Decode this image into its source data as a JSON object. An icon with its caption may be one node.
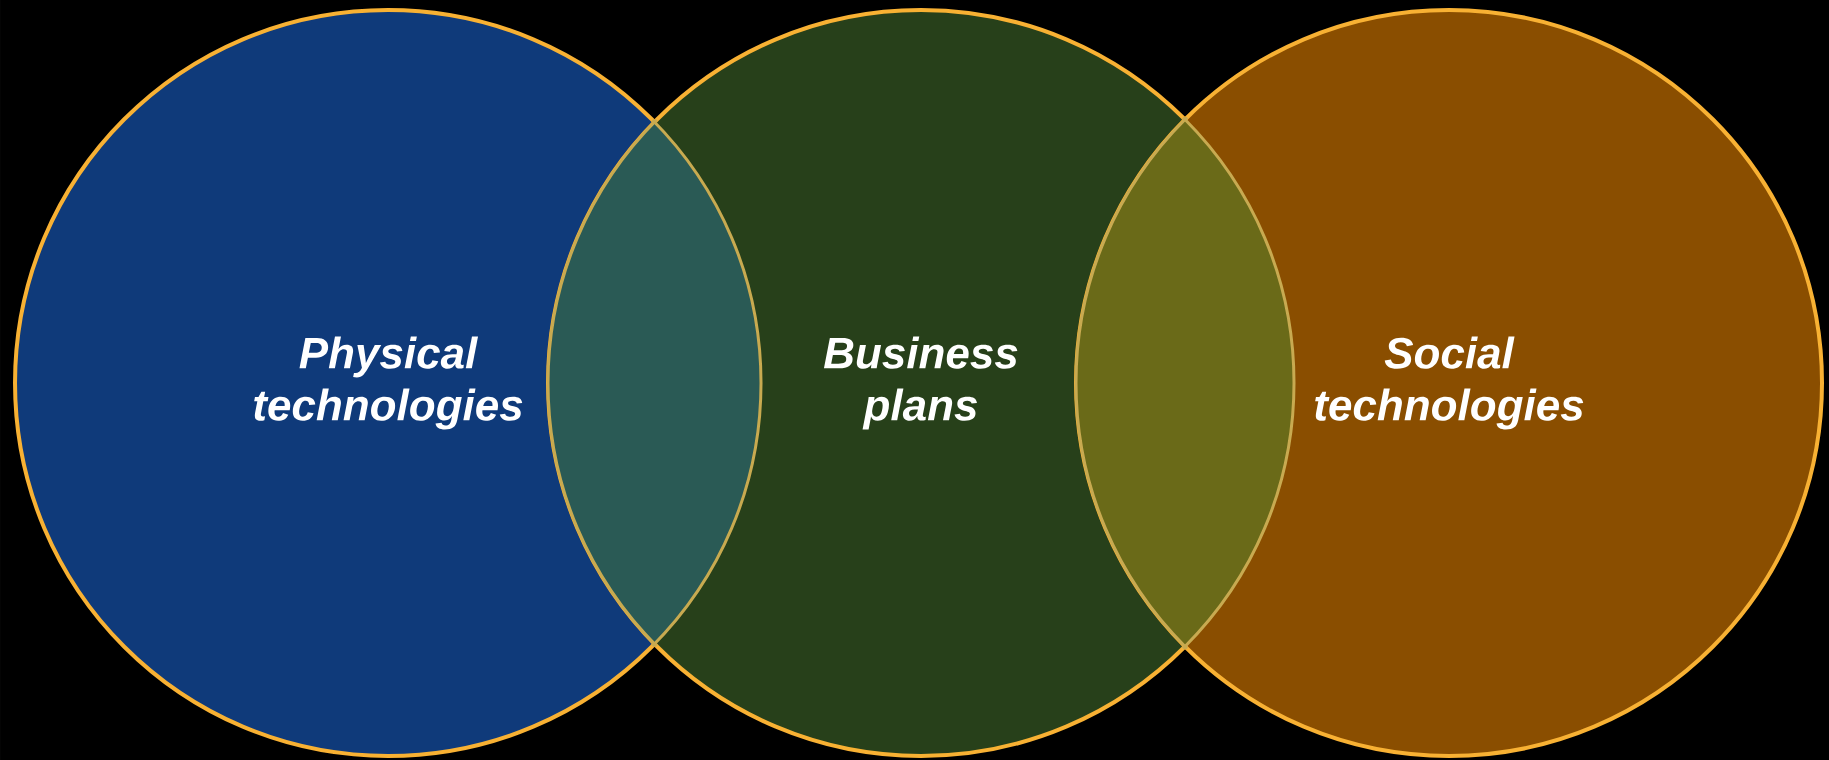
{
  "diagram": {
    "nodes": [
      {
        "text": [
          "Physical technologies"
        ]
      },
      {
        "text": [
          "Business plans"
        ]
      },
      {
        "text": [
          "Social technologies"
        ]
      }
    ]
  }
}
